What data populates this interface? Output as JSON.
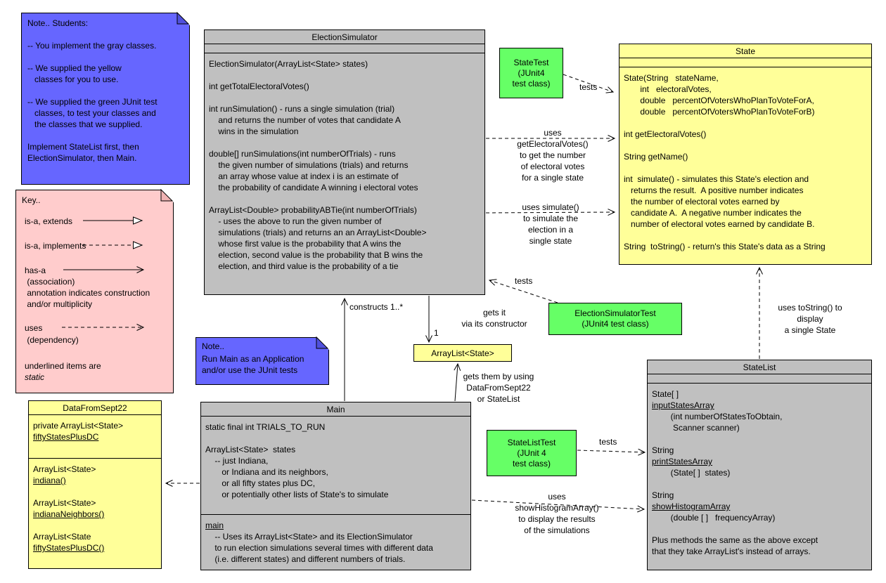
{
  "colors": {
    "student_class_gray": "#c0c0c0",
    "supplied_class_yellow": "#ffff99",
    "junit_test_green": "#66ff66",
    "note_blue": "#6666ff",
    "key_pink": "#ffcccc"
  },
  "notes": {
    "students": {
      "title": "Note.. Students:",
      "body": "-- You implement the gray classes.\n\n-- We supplied the yellow\n   classes for you to use.\n\n-- We supplied the green JUnit test\n   classes, to test your classes and\n   the classes that we supplied.\n\nImplement StateList first, then\nElectionSimulator, then Main."
    },
    "key": {
      "title": "Key..",
      "extends_label": "is-a, extends",
      "implements_label": "is-a, implements",
      "hasa_label": "has-a",
      "hasa_sub": " (association)\n annotation indicates construction\n and/or multiplicity",
      "uses_label": "uses",
      "uses_sub": " (dependency)",
      "underline_label": "underlined items are",
      "static_label": "static"
    },
    "run_main": {
      "title": "Note..",
      "body": "Run Main as an Application\nand/or use the JUnit tests"
    }
  },
  "classes": {
    "election_simulator": {
      "title": "ElectionSimulator",
      "m0": "ElectionSimulator(ArrayList<State> states)",
      "m1": "int getTotalElectoralVotes()",
      "m2": "int runSimulation() - runs a single simulation (trial)\n    and returns the number of votes that candidate A\n    wins in the simulation",
      "m3": "double[] runSimulations(int numberOfTrials) - runs\n    the given number of simulations (trials) and returns\n    an array whose value at index i is an estimate of\n    the probability of candidate A winning i electoral votes",
      "m4": "ArrayList<Double> probabilityABTie(int numberOfTrials)\n    - uses the above to run the given number of\n    simulations (trials) and returns an an ArrayList<Double>\n    whose first value is the probability that A wins the\n    election, second value is the probability that B wins the\n    election, and third value is the probability of a tie"
    },
    "state": {
      "title": "State",
      "m0": "State(String   stateName,\n       int   electoralVotes,\n       double   percentOfVotersWhoPlanToVoteForA,\n       double   percentOfVotersWhoPlanToVoteForB)",
      "m1": "int getElectoralVotes()",
      "m2": "String getName()",
      "m3": "int  simulate() - simulates this State's election and\n   returns the result.  A positive number indicates\n   the number of electoral votes earned by\n   candidate A.  A negative number indicates the\n   number of electoral votes earned by candidate B.",
      "m4": "String  toString() - return's this State's data as a String"
    },
    "array_list_state": {
      "title": "ArrayList<State>"
    },
    "data_from_sept22": {
      "title": "DataFromSept22",
      "field_type": "private ArrayList<State>",
      "field_name": "fiftyStatesPlusDC",
      "m0_type": "ArrayList<State>",
      "m0_name": "indiana()",
      "m1_type": "ArrayList<State>",
      "m1_name": "indianaNeighbors()",
      "m2_type": "ArrayList<State",
      "m2_name": " fiftyStatesPlusDC()"
    },
    "main": {
      "title": "Main",
      "trials": "static final int TRIALS_TO_RUN",
      "states": "ArrayList<State>  states\n    -- just Indiana,\n       or Indiana and its neighbors,\n       or all fifty states plus DC,\n       or potentially other lists of State's to simulate",
      "main_name": "main",
      "main_desc": "    -- Uses its ArrayList<State> and its ElectionSimulator\n    to run election simulations several times with different data\n    (i.e. different states) and different numbers of trials."
    },
    "state_list": {
      "title": "StateList",
      "m0_type": "State[ ]",
      "m0_name": "inputStatesArray",
      "m0_params": "        (int numberOfStatesToObtain,\n         Scanner scanner)",
      "m1_type": "String",
      "m1_name": "printStatesArray",
      "m1_params": "        (State[ ]  states)",
      "m2_type": "String",
      "m2_name": "showHistogramArray",
      "m2_params": "        (double [ ]   frequencyArray)",
      "note": "Plus methods the same as the above except\nthat they take ArrayList's instead of arrays."
    }
  },
  "tests": {
    "state_test": "StateTest\n(JUnit4\ntest class)",
    "election_simulator_test": "ElectionSimulatorTest\n(JUnit4 test class)",
    "state_list_test": "StateListTest\n(JUnit 4\ntest class)"
  },
  "edge_labels": {
    "tests_state": "tests",
    "tests_es": "tests",
    "tests_statelist": "tests",
    "uses_get_electoral": "uses\ngetElectoralVotes()\nto get the number\nof electoral votes\nfor a single state",
    "uses_simulate": "uses simulate()\nto simulate the\nelection in a\nsingle state",
    "constructs": "constructs 1..*",
    "gets_it": "gets it\nvia its constructor",
    "multiplicity_one": "1",
    "gets_them": "gets them by using\nDataFromSept22\nor StateList",
    "uses_tostring": "uses toString() to\ndisplay\na single State",
    "uses_histogram": "uses\nshowHistogramArray()\nto display the results\nof the simulations"
  }
}
